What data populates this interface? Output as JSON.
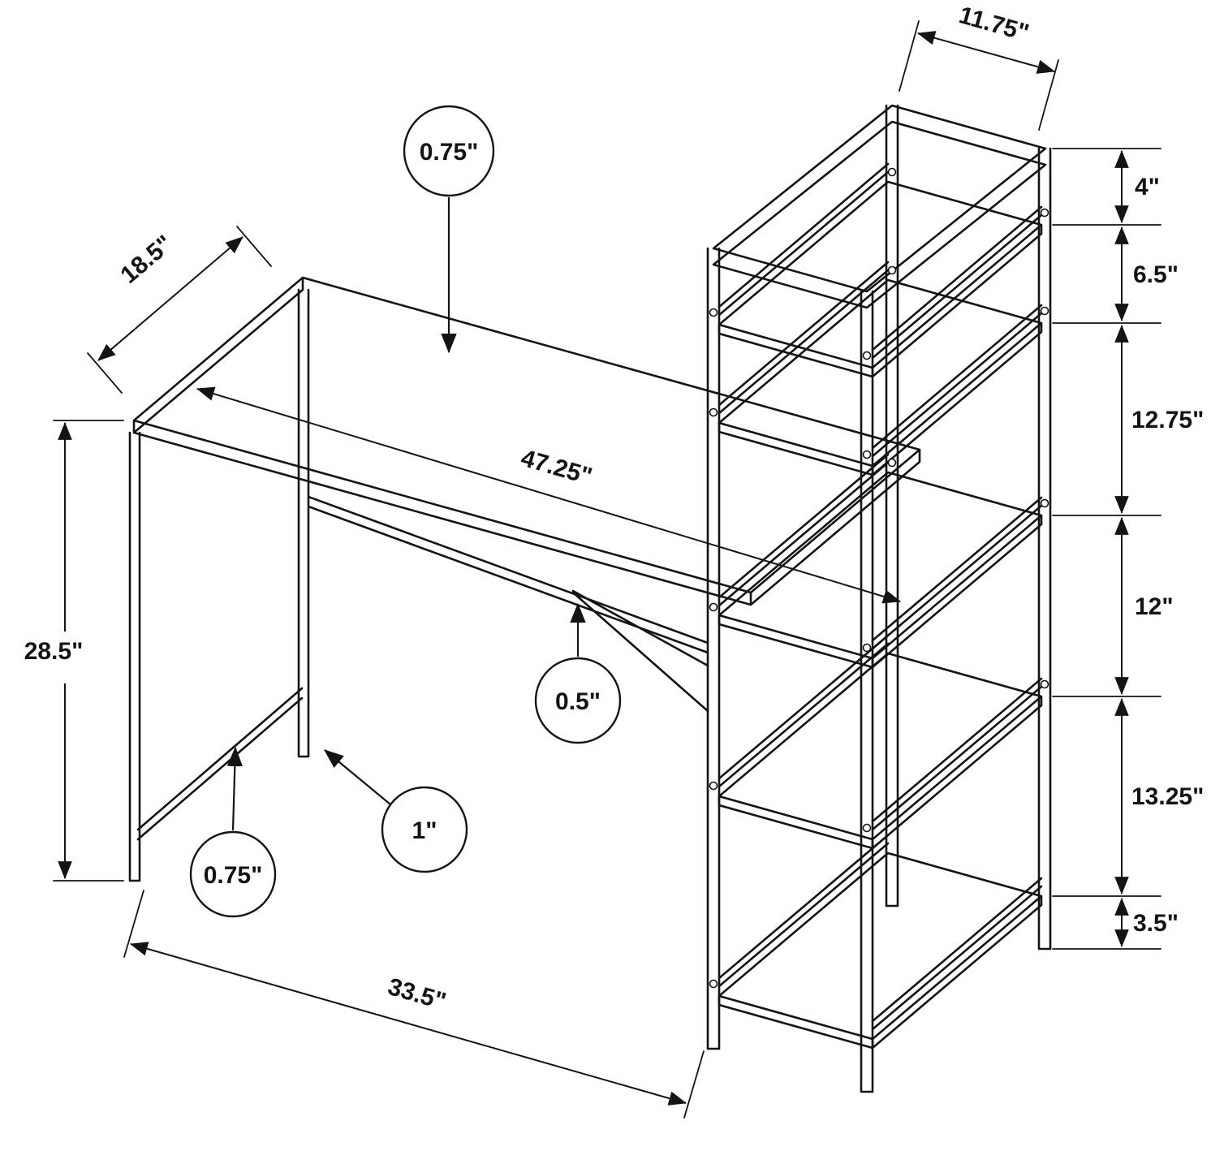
{
  "diagram": {
    "type": "furniture-dimension-drawing",
    "subject": "computer desk with attached 5-shelf bookcase",
    "unit": "inches",
    "labels": {
      "desk_depth": "18.5\"",
      "desktop_thickness": "0.75\"",
      "desk_height": "28.5\"",
      "desktop_length": "47.25\"",
      "base_length": "33.5\"",
      "shelf_width": "11.75\"",
      "brace_tube": "0.5\"",
      "leg_tube": "1\"",
      "stretcher_tube": "0.75\""
    },
    "right_stack": [
      "4\"",
      "6.5\"",
      "12.75\"",
      "12\"",
      "13.25\"",
      "3.5\""
    ]
  }
}
